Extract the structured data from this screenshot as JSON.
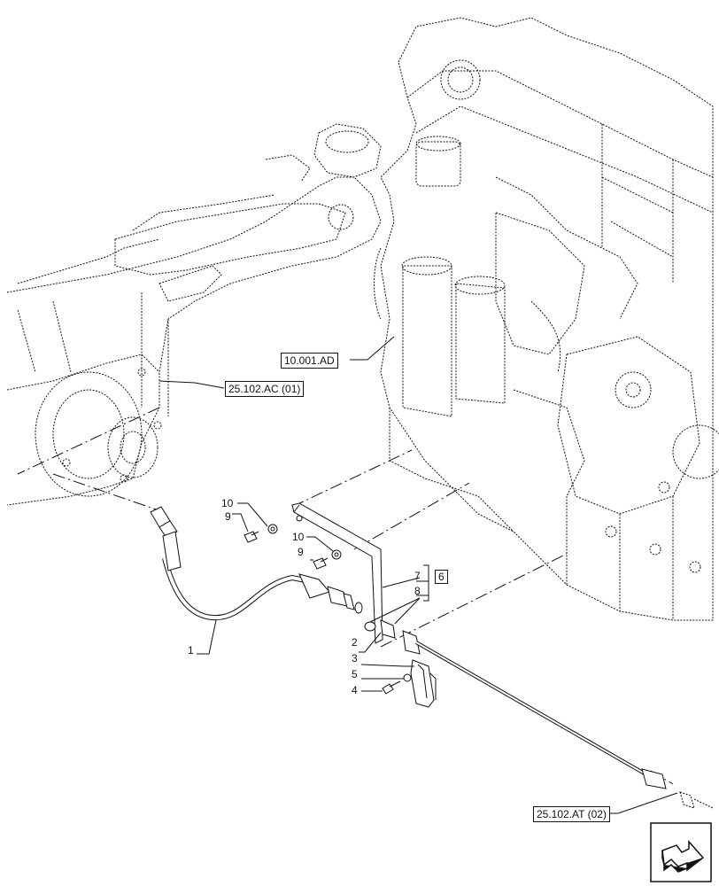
{
  "references": {
    "engine": "10.001.AD",
    "axle": "25.102.AC (01)",
    "pipe_end": "25.102.AT (02)"
  },
  "callouts": {
    "c1": "1",
    "c2": "2",
    "c3": "3",
    "c4": "4",
    "c5": "5",
    "c7": "7",
    "c8": "8",
    "c9a": "9",
    "c9b": "9",
    "c10a": "10",
    "c10b": "10"
  },
  "kit": {
    "label": "6"
  },
  "colors": {
    "line": "#111111",
    "background": "#ffffff"
  },
  "icons": {
    "navigation": "next-page-arrow-icon"
  }
}
